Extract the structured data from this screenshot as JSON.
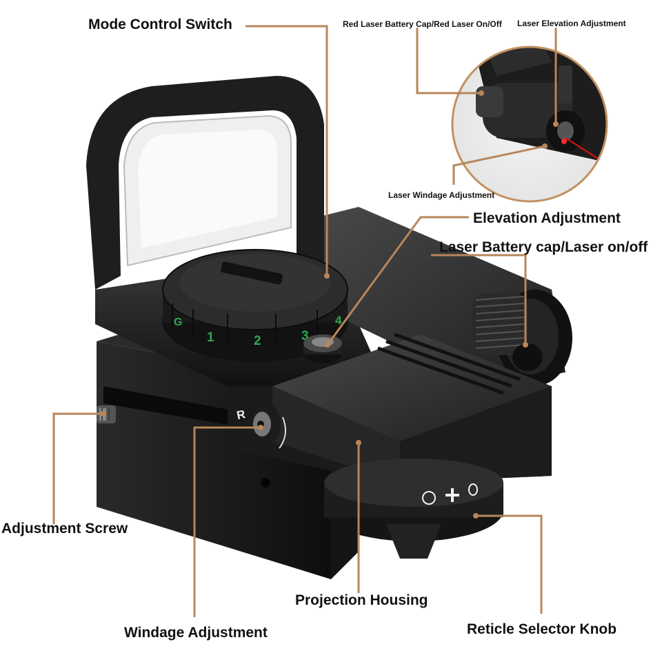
{
  "labels": {
    "mode_control_switch": "Mode Control Switch",
    "red_laser_battery_cap": "Red Laser Battery Cap/Red Laser On/Off",
    "laser_elevation_adjustment": "Laser Elevation Adjustment",
    "laser_windage_adjustment": "Laser Windage Adjustment",
    "elevation_adjustment": "Elevation Adjustment",
    "laser_battery_cap": "Laser Battery cap/Laser on/off",
    "adjustment_screw": "Adjustment Screw",
    "projection_housing": "Projection Housing",
    "windage_adjustment": "Windage Adjustment",
    "reticle_selector_knob": "Reticle Selector Knob"
  },
  "dial_marks": [
    "G",
    "1",
    "2",
    "3",
    "4"
  ],
  "windage_mark": "R",
  "colors": {
    "leader_line": "#b8865a",
    "dial_numbers": "#2fa84f",
    "laser_beam": "#e01010",
    "metal_dark": "#1c1c1c"
  }
}
